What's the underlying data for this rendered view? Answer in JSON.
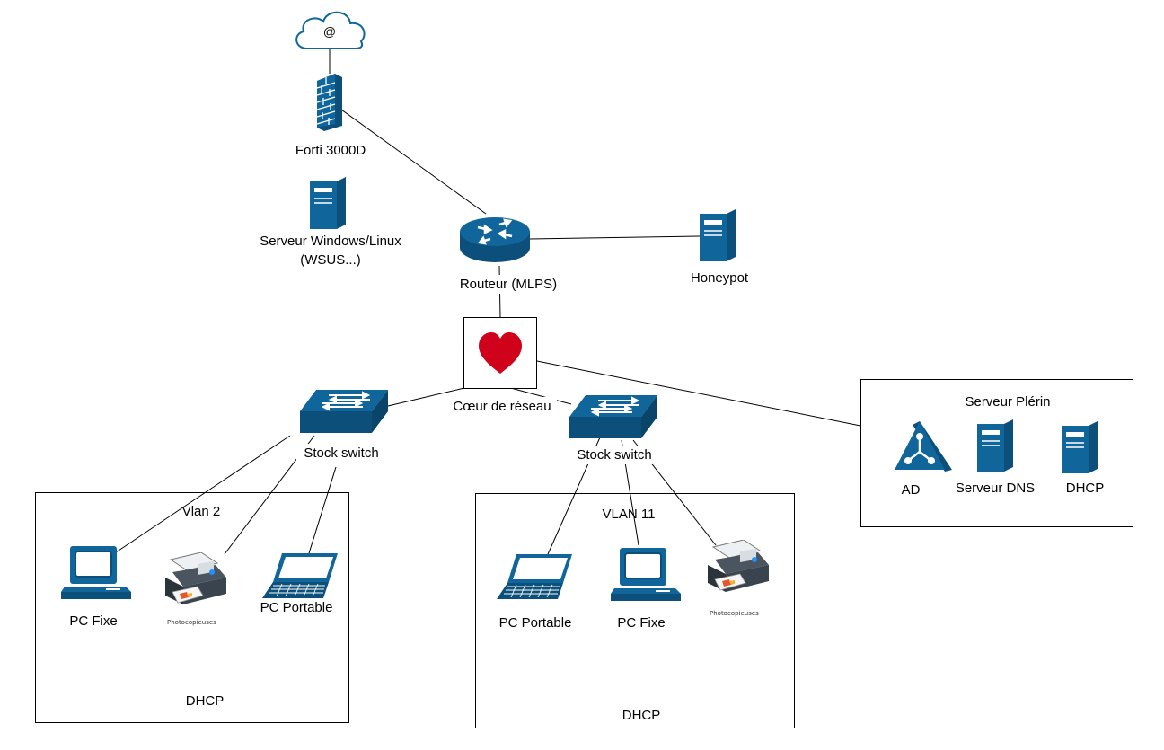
{
  "diagram": {
    "internet": {
      "symbol": "@",
      "icon": "cloud-icon"
    },
    "firewall": {
      "label": "Forti 3000D",
      "icon": "firewall-icon"
    },
    "server_windows": {
      "line1": "Serveur Windows/Linux",
      "line2": "(WSUS...)",
      "icon": "server-tower-icon"
    },
    "router": {
      "label": "Routeur (MLPS)",
      "icon": "router-icon"
    },
    "honeypot": {
      "label": "Honeypot",
      "icon": "server-tower-icon"
    },
    "core": {
      "label": "Cœur de réseau",
      "icon": "heart-icon",
      "heart_color": "#d0021b"
    },
    "switch_left": {
      "label": "Stock switch",
      "icon": "switch-icon"
    },
    "switch_right": {
      "label": "Stock switch",
      "icon": "switch-icon"
    },
    "vlan2": {
      "title": "Vlan 2",
      "footer": "DHCP",
      "pc_fixe": "PC Fixe",
      "printer": "Photocopieuses",
      "laptop": "PC Portable"
    },
    "vlan11": {
      "title": "VLAN 11",
      "footer": "DHCP",
      "laptop": "PC Portable",
      "pc_fixe": "PC Fixe",
      "printer": "Photocopieuses"
    },
    "server_plerin": {
      "title": "Serveur Plérin",
      "ad": "AD",
      "dns": "Serveur DNS",
      "dhcp": "DHCP"
    },
    "colors": {
      "device_blue": "#10669a",
      "device_dark": "#0b4f7a",
      "line": "#000000"
    }
  }
}
